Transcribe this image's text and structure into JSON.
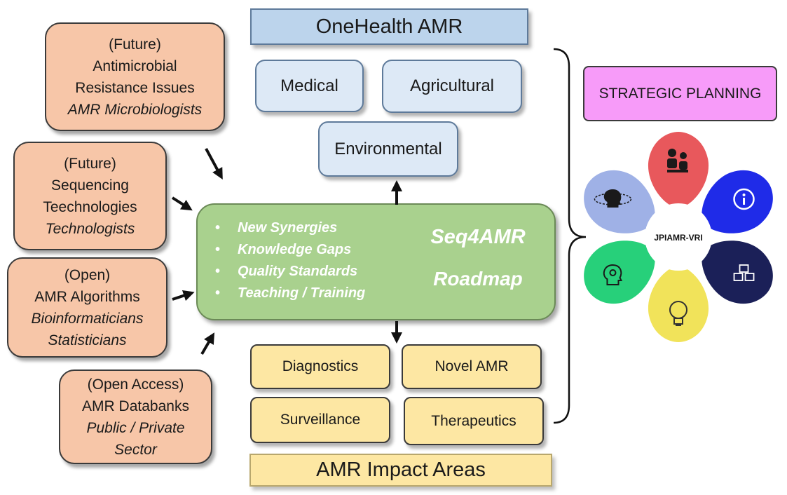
{
  "onehealth_title": "OneHealth AMR",
  "domains": {
    "medical": "Medical",
    "agricultural": "Agricultural",
    "environmental": "Environmental"
  },
  "stakeholders": [
    {
      "line1": "(Future)",
      "line2": "Antimicrobial",
      "line3": "Resistance Issues",
      "italic1": "AMR Microbiologists"
    },
    {
      "line1": "(Future)",
      "line2": "Sequencing",
      "line3": "Teechnologies",
      "italic1": "Technologists"
    },
    {
      "line1": "(Open)",
      "line2": "AMR Algorithms",
      "italic1": "Bioinformaticians",
      "italic2": "Statisticians"
    },
    {
      "line1": "(Open Access)",
      "line2": "AMR Databanks",
      "italic1": "Public / Private",
      "italic2": "Sector"
    }
  ],
  "roadmap": {
    "bullets": [
      "New Synergies",
      "Knowledge Gaps",
      "Quality Standards",
      "Teaching / Training"
    ],
    "title": "Seq4AMR",
    "subtitle": "Roadmap"
  },
  "impact_areas": {
    "diagnostics": "Diagnostics",
    "novel_amr": "Novel AMR",
    "surveillance": "Surveillance",
    "therapeutics": "Therapeutics",
    "title": "AMR Impact Areas"
  },
  "strategic_planning": "STRATEGIC PLANNING",
  "flower": {
    "center_label": "JPIAMR-VRI",
    "petal_colors": [
      "#e8585c",
      "#1f2be8",
      "#1b2058",
      "#f1e35a",
      "#27d07a",
      "#9fb1e6"
    ],
    "petal_icons": [
      "people-icon",
      "info-icon",
      "cubes-icon",
      "lightbulb-icon",
      "head-gear-icon",
      "head-orbit-icon"
    ]
  }
}
